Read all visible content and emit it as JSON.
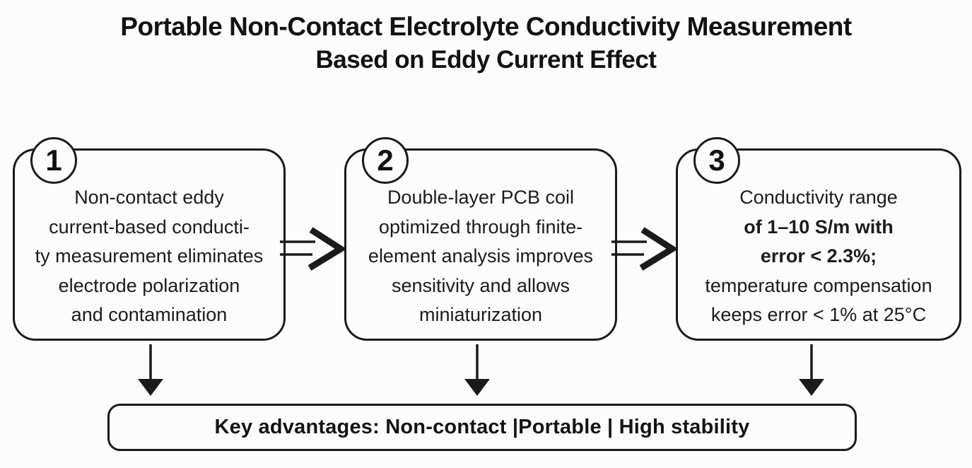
{
  "title": {
    "line1": "Portable Non-Contact Electrolyte Conductivity Measurement",
    "line2": "Based on Eddy Current Effect"
  },
  "steps": [
    {
      "number": "1",
      "lines": [
        "Non-contact eddy",
        "current-based conducti-",
        "ty measurement eliminates",
        "electrode polarization",
        "and contamination"
      ]
    },
    {
      "number": "2",
      "lines": [
        "Double-layer PCB coil",
        "optimized through finite-",
        "element analysis improves",
        "sensitivity and allows",
        "miniaturization"
      ]
    },
    {
      "number": "3",
      "lines": [
        "Conductivity range",
        "of 1–10 S/m with",
        "error < 2.3%;",
        "temperature compensation",
        "keeps error < 1% at 25°C"
      ]
    }
  ],
  "footer": {
    "text": "Key advantages: Non-contact |Portable | High stability"
  },
  "colors": {
    "background": "#fcfcfc",
    "line": "#1b1b1b",
    "text": "#1c1c1c"
  }
}
